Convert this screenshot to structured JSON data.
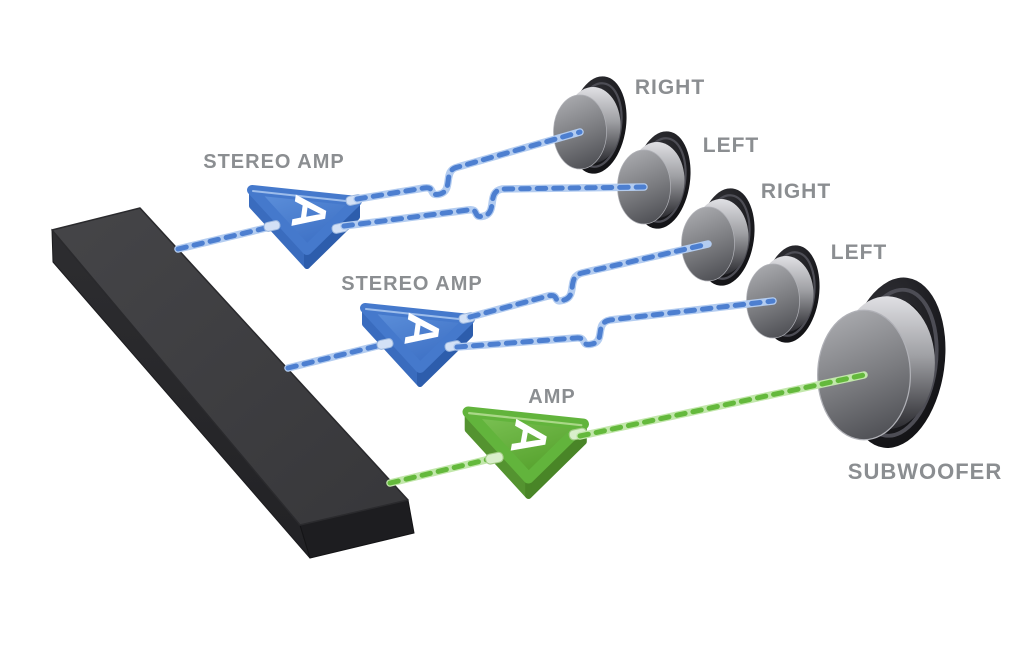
{
  "diagram": {
    "type": "audio-wiring-diagram",
    "source": {
      "id": "soundbar"
    },
    "amps": [
      {
        "id": "stereo-amp-1",
        "label": "STEREO AMP",
        "badge": "A",
        "accent": "#4579cc"
      },
      {
        "id": "stereo-amp-2",
        "label": "STEREO AMP",
        "badge": "A",
        "accent": "#4579cc"
      },
      {
        "id": "sub-amp",
        "label": "AMP",
        "badge": "A",
        "accent": "#62b43c"
      }
    ],
    "speakers": [
      {
        "id": "speaker-right-front",
        "label": "RIGHT"
      },
      {
        "id": "speaker-left-front",
        "label": "LEFT"
      },
      {
        "id": "speaker-right-rear",
        "label": "RIGHT"
      },
      {
        "id": "speaker-left-rear",
        "label": "LEFT"
      },
      {
        "id": "subwoofer",
        "label": "SUBWOOFER"
      }
    ],
    "connections": [
      {
        "from": "soundbar",
        "to": "stereo-amp-1",
        "signal": "blue"
      },
      {
        "from": "stereo-amp-1",
        "to": "speaker-right-front",
        "signal": "blue"
      },
      {
        "from": "stereo-amp-1",
        "to": "speaker-left-front",
        "signal": "blue"
      },
      {
        "from": "soundbar",
        "to": "stereo-amp-2",
        "signal": "blue"
      },
      {
        "from": "stereo-amp-2",
        "to": "speaker-right-rear",
        "signal": "blue"
      },
      {
        "from": "stereo-amp-2",
        "to": "speaker-left-rear",
        "signal": "blue"
      },
      {
        "from": "soundbar",
        "to": "sub-amp",
        "signal": "green"
      },
      {
        "from": "sub-amp",
        "to": "subwoofer",
        "signal": "green"
      }
    ],
    "colors": {
      "wire_blue": "#4d7fd0",
      "wire_blue_light": "#b3ccf0",
      "wire_green": "#64b93c",
      "wire_green_light": "#c2e7ab",
      "label_gray": "#8b8e91",
      "bar_top": "#3f3f42",
      "speaker_metal": "#a6a7ab",
      "ring_black": "#141417"
    }
  }
}
